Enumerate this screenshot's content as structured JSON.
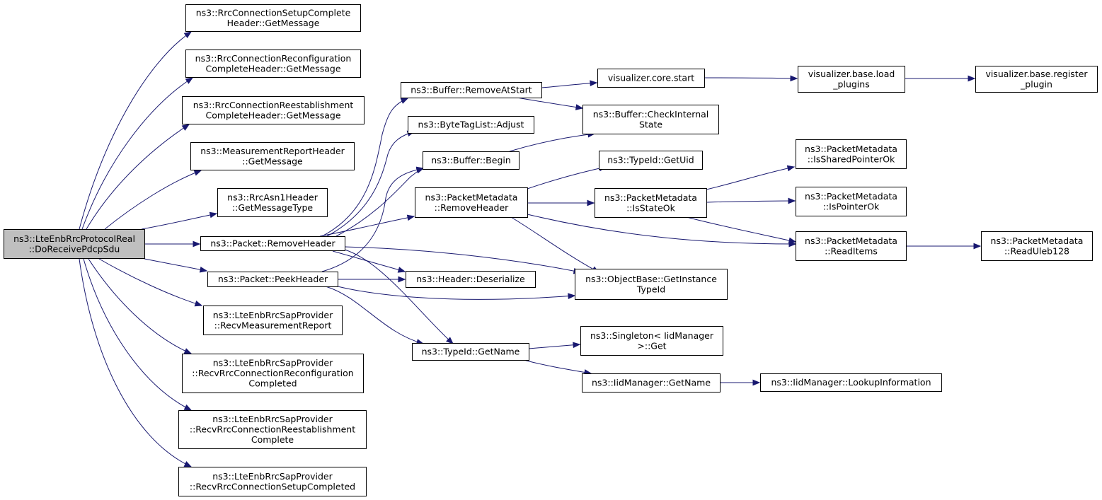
{
  "graph": {
    "nodes": [
      {
        "id": "root",
        "lines": [
          "ns3::LteEnbRrcProtocolReal",
          "::DoReceivePdcpSdu"
        ],
        "highlight": true
      },
      {
        "id": "rcsc_get",
        "lines": [
          "ns3::RrcConnectionSetupComplete",
          "Header::GetMessage"
        ]
      },
      {
        "id": "rcrc_get",
        "lines": [
          "ns3::RrcConnectionReconfiguration",
          "CompleteHeader::GetMessage"
        ]
      },
      {
        "id": "rcre_get",
        "lines": [
          "ns3::RrcConnectionReestablishment",
          "CompleteHeader::GetMessage"
        ]
      },
      {
        "id": "mrh_get",
        "lines": [
          "ns3::MeasurementReportHeader",
          "::GetMessage"
        ]
      },
      {
        "id": "asn1_type",
        "lines": [
          "ns3::RrcAsn1Header",
          "::GetMessageType"
        ]
      },
      {
        "id": "pkt_remove",
        "lines": [
          "ns3::Packet::RemoveHeader"
        ]
      },
      {
        "id": "pkt_peek",
        "lines": [
          "ns3::Packet::PeekHeader"
        ]
      },
      {
        "id": "sap_meas",
        "lines": [
          "ns3::LteEnbRrcSapProvider",
          "::RecvMeasurementReport"
        ]
      },
      {
        "id": "sap_reconf",
        "lines": [
          "ns3::LteEnbRrcSapProvider",
          "::RecvRrcConnectionReconfiguration",
          "Completed"
        ]
      },
      {
        "id": "sap_reest",
        "lines": [
          "ns3::LteEnbRrcSapProvider",
          "::RecvRrcConnectionReestablishment",
          "Complete"
        ]
      },
      {
        "id": "sap_setup",
        "lines": [
          "ns3::LteEnbRrcSapProvider",
          "::RecvRrcConnectionSetupCompleted"
        ]
      },
      {
        "id": "buf_remove",
        "lines": [
          "ns3::Buffer::RemoveAtStart"
        ]
      },
      {
        "id": "btl_adjust",
        "lines": [
          "ns3::ByteTagList::Adjust"
        ]
      },
      {
        "id": "buf_begin",
        "lines": [
          "ns3::Buffer::Begin"
        ]
      },
      {
        "id": "pm_remove",
        "lines": [
          "ns3::PacketMetadata",
          "::RemoveHeader"
        ]
      },
      {
        "id": "hdr_deser",
        "lines": [
          "ns3::Header::Deserialize"
        ]
      },
      {
        "id": "tid_getname",
        "lines": [
          "ns3::TypeId::GetName"
        ]
      },
      {
        "id": "vis_core",
        "lines": [
          "visualizer.core.start"
        ]
      },
      {
        "id": "buf_check",
        "lines": [
          "ns3::Buffer::CheckInternal",
          "State"
        ]
      },
      {
        "id": "tid_getuid",
        "lines": [
          "ns3::TypeId::GetUid"
        ]
      },
      {
        "id": "pm_statek",
        "lines": [
          "ns3::PacketMetadata",
          "::IsStateOk"
        ]
      },
      {
        "id": "ob_getinst",
        "lines": [
          "ns3::ObjectBase::GetInstance",
          "TypeId"
        ]
      },
      {
        "id": "singleton",
        "lines": [
          "ns3::Singleton< IidManager",
          ">::Get"
        ]
      },
      {
        "id": "iid_getname",
        "lines": [
          "ns3::IidManager::GetName"
        ]
      },
      {
        "id": "vis_load",
        "lines": [
          "visualizer.base.load",
          "_plugins"
        ]
      },
      {
        "id": "pm_shared",
        "lines": [
          "ns3::PacketMetadata",
          "::IsSharedPointerOk"
        ]
      },
      {
        "id": "pm_ptrok",
        "lines": [
          "ns3::PacketMetadata",
          "::IsPointerOk"
        ]
      },
      {
        "id": "pm_readitems",
        "lines": [
          "ns3::PacketMetadata",
          "::ReadItems"
        ]
      },
      {
        "id": "iid_lookup",
        "lines": [
          "ns3::IidManager::LookupInformation"
        ]
      },
      {
        "id": "vis_register",
        "lines": [
          "visualizer.base.register",
          "_plugin"
        ]
      },
      {
        "id": "pm_uleb",
        "lines": [
          "ns3::PacketMetadata",
          "::ReadUleb128"
        ]
      }
    ],
    "edges": [
      [
        "root",
        "rcsc_get"
      ],
      [
        "root",
        "rcrc_get"
      ],
      [
        "root",
        "rcre_get"
      ],
      [
        "root",
        "mrh_get"
      ],
      [
        "root",
        "asn1_type"
      ],
      [
        "root",
        "pkt_remove"
      ],
      [
        "root",
        "pkt_peek"
      ],
      [
        "root",
        "sap_meas"
      ],
      [
        "root",
        "sap_reconf"
      ],
      [
        "root",
        "sap_reest"
      ],
      [
        "root",
        "sap_setup"
      ],
      [
        "pkt_remove",
        "buf_remove"
      ],
      [
        "pkt_remove",
        "btl_adjust"
      ],
      [
        "pkt_remove",
        "buf_begin"
      ],
      [
        "pkt_remove",
        "pm_remove"
      ],
      [
        "pkt_remove",
        "hdr_deser"
      ],
      [
        "pkt_remove",
        "ob_getinst"
      ],
      [
        "pkt_remove",
        "tid_getname"
      ],
      [
        "pkt_peek",
        "buf_begin"
      ],
      [
        "pkt_peek",
        "hdr_deser"
      ],
      [
        "pkt_peek",
        "ob_getinst"
      ],
      [
        "pkt_peek",
        "tid_getname"
      ],
      [
        "buf_remove",
        "vis_core"
      ],
      [
        "buf_remove",
        "buf_check"
      ],
      [
        "buf_begin",
        "buf_check"
      ],
      [
        "pm_remove",
        "tid_getuid"
      ],
      [
        "pm_remove",
        "pm_statek"
      ],
      [
        "pm_remove",
        "pm_readitems"
      ],
      [
        "pm_remove",
        "ob_getinst"
      ],
      [
        "pm_statek",
        "pm_shared"
      ],
      [
        "pm_statek",
        "pm_ptrok"
      ],
      [
        "pm_statek",
        "pm_readitems"
      ],
      [
        "pm_readitems",
        "pm_uleb"
      ],
      [
        "tid_getname",
        "singleton"
      ],
      [
        "tid_getname",
        "iid_getname"
      ],
      [
        "iid_getname",
        "iid_lookup"
      ],
      [
        "vis_core",
        "vis_load"
      ],
      [
        "vis_load",
        "vis_register"
      ]
    ]
  },
  "colors": {
    "edge": "#191970",
    "node_border": "#000000",
    "root_fill": "#bfbfbf",
    "node_fill": "#ffffff"
  }
}
